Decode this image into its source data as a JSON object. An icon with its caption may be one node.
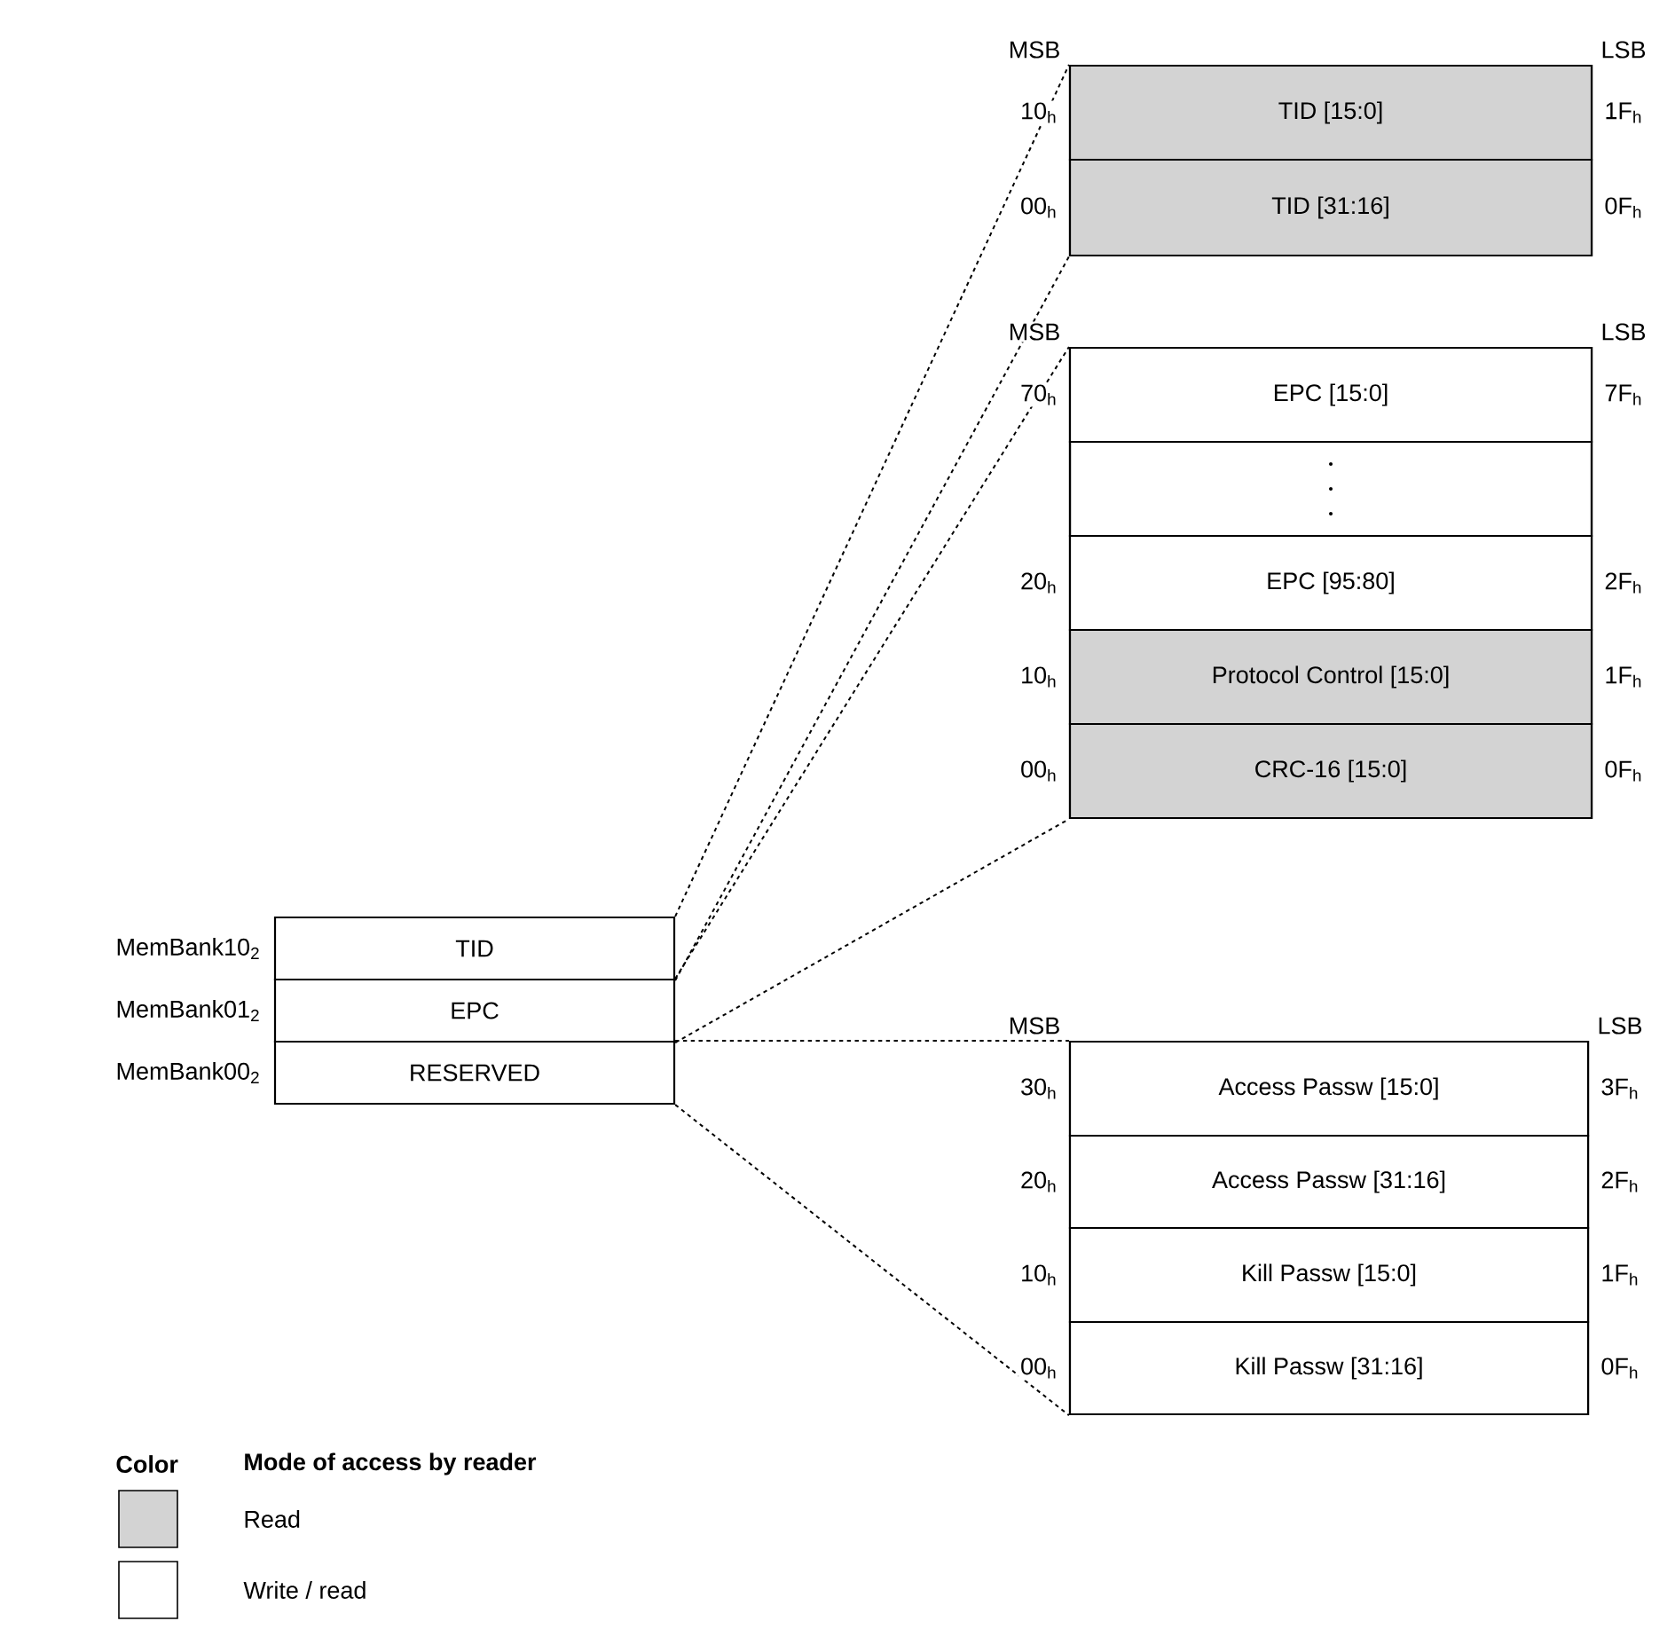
{
  "diagram": {
    "nodes": [
      {
        "text": [
          "TID"
        ],
        "beside": [
          "MemBank10$_{2}$"
        ]
      },
      {
        "text": [
          "EPC"
        ],
        "beside": [
          "MemBank01$_{2}$"
        ]
      },
      {
        "text": [
          "RESERVED"
        ],
        "beside": [
          "MemBank00$_{2}$"
        ]
      },
      {
        "text": [],
        "shape": "box",
        "beside": [
          "MSB",
          "LSB"
        ]
      },
      {
        "text": [
          "TID [15:0]"
        ],
        "in": 3,
        "beside": [
          "10$_{h}$",
          "1F$_{h}$"
        ]
      },
      {
        "text": [
          "TID [31:16]"
        ],
        "in": 3,
        "beside": [
          "00$_{h}$",
          "0F$_{h}$"
        ]
      },
      {
        "text": [],
        "shape": "box",
        "beside": [
          "MSB",
          "LSB"
        ]
      },
      {
        "text": [
          "EPC [15:0]"
        ],
        "in": 6,
        "beside": [
          "70$_{h}$",
          "7F$_{h}$"
        ]
      },
      {
        "text": [],
        "shape": "box",
        "in": 6
      },
      {
        "text": [
          "EPC [95:80]"
        ],
        "in": 6,
        "beside": [
          "20$_{h}$",
          "2F$_{h}$"
        ]
      },
      {
        "text": [
          "Protocol Control [15:0]"
        ],
        "in": 6,
        "beside": [
          "10$_{h}$",
          "1F$_{h}$"
        ]
      },
      {
        "text": [
          "CRC-16 [15:0]"
        ],
        "in": 6,
        "beside": [
          "00$_{h}$",
          "0F$_{h}$"
        ]
      },
      {
        "text": [],
        "shape": "box",
        "beside": [
          "MSB",
          "LSB"
        ]
      },
      {
        "text": [
          "Access Passw [15:0]"
        ],
        "in": 12,
        "beside": [
          "30$_{h}$",
          "3F$_{h}$"
        ]
      },
      {
        "text": [
          "Access Passw [31:16]"
        ],
        "in": 12,
        "beside": [
          "20$_{h}$",
          "2F$_{h}$"
        ]
      },
      {
        "text": [
          "Kill Passw [15:0]"
        ],
        "in": 12,
        "beside": [
          "10$_{h}$",
          "1F$_{h}$"
        ]
      },
      {
        "text": [
          "Kill Passw [31:16]"
        ],
        "in": 12,
        "beside": [
          "00$_{h}$",
          "0F$_{h}$"
        ]
      }
    ],
    "edges": [
      {
        "from": 0,
        "to": 3,
        "arrow": "none",
        "style": "dashed"
      },
      {
        "from": 0,
        "to": 3,
        "arrow": "none",
        "style": "dashed"
      },
      {
        "from": 1,
        "to": 6,
        "arrow": "none",
        "style": "dashed"
      },
      {
        "from": 1,
        "to": 6,
        "arrow": "none",
        "style": "dashed"
      },
      {
        "from": 2,
        "to": 12,
        "arrow": "none",
        "style": "dashed"
      },
      {
        "from": 2,
        "to": 12,
        "arrow": "none",
        "style": "dashed"
      }
    ],
    "labels": [
      "Color",
      "Mode of access by reader"
    ],
    "legend": [
      {
        "text": "Read",
        "color": "#d3d3d3"
      },
      {
        "text": "Write / read"
      }
    ]
  }
}
